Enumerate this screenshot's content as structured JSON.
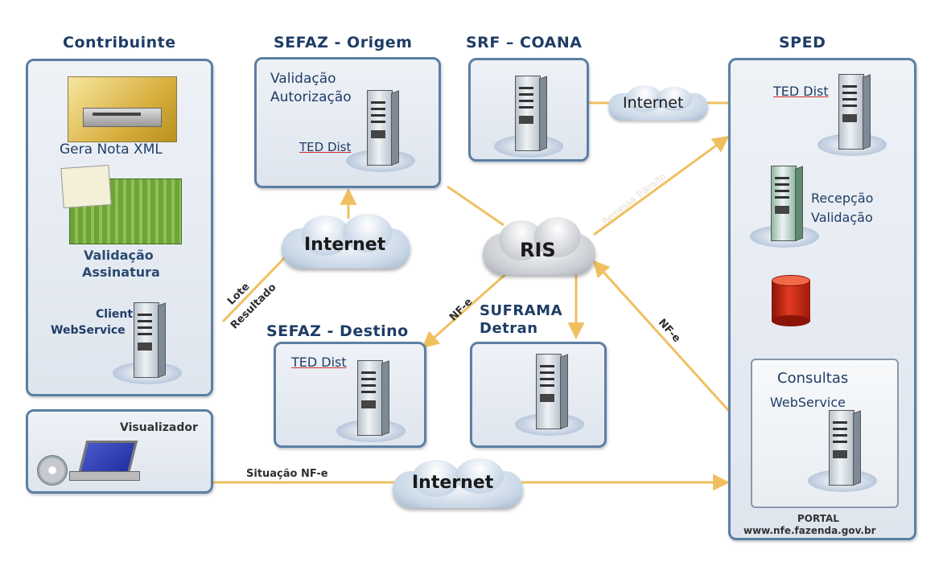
{
  "sections": {
    "contribuinte": "Contribuinte",
    "sefaz_origem": "SEFAZ - Origem",
    "srf_coana": "SRF – COANA",
    "sped": "SPED",
    "sefaz_destino": "SEFAZ - Destino",
    "suframa": "SUFRAMA",
    "detran": "Detran"
  },
  "labels": {
    "gera_nota": "Gera Nota XML",
    "validacao": "Validação",
    "assinatura": "Assinatura",
    "client": "Client",
    "webservice": "WebService",
    "visualizador": "Visualizador",
    "origem_validacao": "Validação",
    "origem_autorizacao": "Autorização",
    "ted_dist": "TED Dist",
    "recepcao": "Recepção",
    "sped_validacao": "Validação",
    "consultas": "Consultas",
    "consultas_ws": "WebService",
    "portal": "PORTAL",
    "portal_url": "www.nfe.fazenda.gov.br"
  },
  "clouds": {
    "internet_top": "Internet",
    "internet_mid": "Internet",
    "ris": "RIS",
    "internet_bottom": "Internet"
  },
  "flows": {
    "lote": "Lote",
    "resultado": "Resultado",
    "nfe_left": "NF-e",
    "nfe_right": "NF-e",
    "situacao": "Situação NF-e",
    "faint": "Remessa Trânsito"
  },
  "colors": {
    "panel_border": "#5c7fa3",
    "heading": "#1f3d66",
    "arrow": "#f0c060",
    "database": "#d02b1b"
  }
}
